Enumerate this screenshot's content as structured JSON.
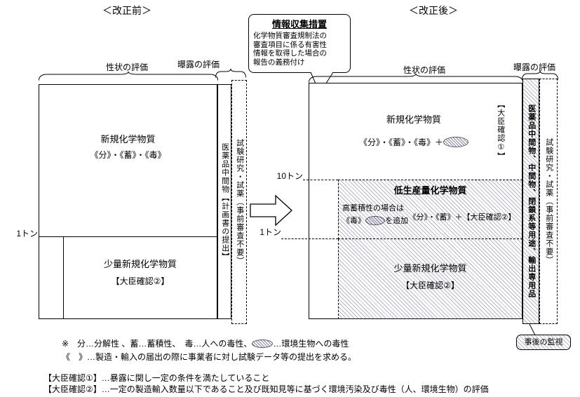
{
  "page": {
    "title_before": "＜改正前＞",
    "title_after": "＜改正後＞"
  },
  "bubble": {
    "title": "情報収集措置",
    "body_lines": [
      "化学物質審査規制法の",
      "審査項目に係る有害性",
      "情報を取得した場合の",
      "報告の義務付け"
    ]
  },
  "before": {
    "axis_property": "性状の評価",
    "axis_exposure": "曝露の評価",
    "new_chemical": {
      "title": "新規化学物質",
      "formula": "《分》・《蓄》・《毒》"
    },
    "threshold_1ton": "1トン",
    "small_volume": {
      "title": "少量新規化学物質",
      "note": "【大臣確認②】"
    },
    "column_pharma": "医薬品中間物【計画書の提出】",
    "column_research": "試験研究・試薬（事前審査不要）"
  },
  "after": {
    "axis_property": "性状の評価",
    "axis_exposure": "曝露の評価",
    "new_chemical": {
      "title": "新規化学物質",
      "formula_prefix": "《分》・《蓄》・《毒》＋",
      "minister_note": "【大臣確認①】"
    },
    "threshold_10ton": "10トン",
    "threshold_1ton": "1トン",
    "low_volume": {
      "title": "低生産量化学物質",
      "condition_line1": "高蓄積性の場合は",
      "condition_line2_prefix": "《毒》",
      "condition_line2_suffix": "を追加",
      "formula": "《分》・《蓄》＋【大臣確認②】"
    },
    "small_volume": {
      "title": "少量新規化学物質",
      "note": "【大臣確認②】"
    },
    "column_pharma": "医薬品中間物、中間物、閉鎖系等用途、輸出専用品",
    "column_research": "試験研究・試薬（事前審査不要）",
    "post_monitoring": "事後の監視"
  },
  "legend": {
    "line1_prefix": "※　分…分解性 、蓄…蓄積性、　毒…人への毒性、",
    "line1_suffix": "…環境生物への毒性",
    "line2": "《　》…製造・輸入の届出の際に事業者に対し試験データ等の提出を求める。",
    "minister1": "【大臣確認①】…暴露に関し一定の条件を満たしていること",
    "minister2": "【大臣確認②】…一定の製造輸入数量以下であること及び既知見等に基づく環境汚染及び毒性（人、環境生物）の評価"
  },
  "icons": {
    "eco_toxicity": "hatched-ellipse",
    "arrow": "block-arrow-right",
    "brace": "horizontal-curly-brace"
  }
}
